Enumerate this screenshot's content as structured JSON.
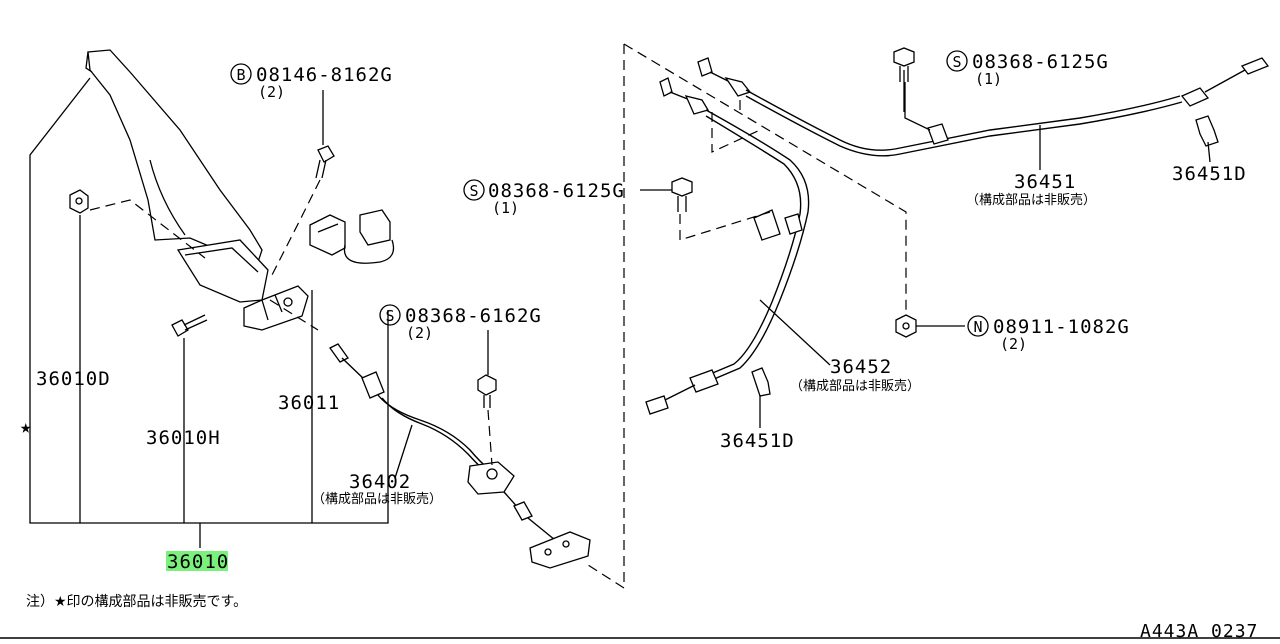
{
  "callouts": {
    "b_08146": {
      "prefix": "B",
      "part": "08146-8162G",
      "qty": "(2)"
    },
    "s_08368_6125_left": {
      "prefix": "S",
      "part": "08368-6125G",
      "qty": "(1)"
    },
    "s_08368_6162": {
      "prefix": "S",
      "part": "08368-6162G",
      "qty": "(2)"
    },
    "s_08368_6125_right": {
      "prefix": "S",
      "part": "08368-6125G",
      "qty": "(1)"
    },
    "n_08911": {
      "prefix": "N",
      "part": "08911-1082G",
      "qty": "(2)"
    }
  },
  "parts": {
    "p36010D": "36010D",
    "p36010H": "36010H",
    "p36011": "36011",
    "p36010": "36010",
    "p36402": "36402",
    "p36402_note": "（構成部品は非販売）",
    "p36451": "36451",
    "p36451_note": "（構成部品は非販売）",
    "p36451D_top": "36451D",
    "p36452": "36452",
    "p36452_note": "（構成部品は非販売）",
    "p36451D_bottom": "36451D"
  },
  "star_symbol": "★",
  "footnote": "注）★印の構成部品は非販売です。",
  "diagram_code": "A443A 0237",
  "highlight_color": "#7cf07c"
}
